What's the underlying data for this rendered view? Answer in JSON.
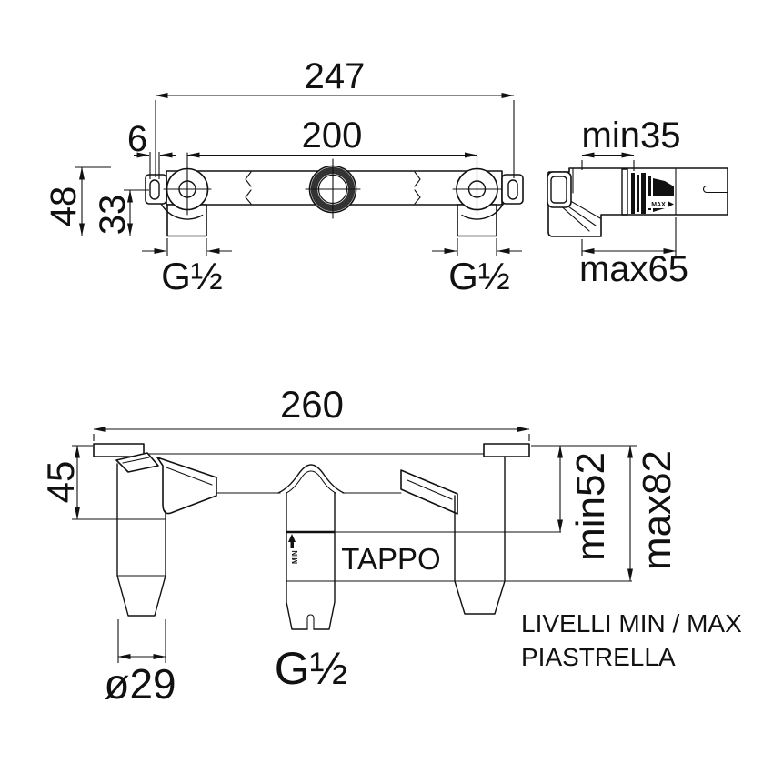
{
  "colors": {
    "background": "#ffffff",
    "line": "#111111",
    "ring": "#333333"
  },
  "top_view": {
    "dim_overall": "247",
    "dim_centers": "200",
    "dim_slot": "6",
    "dim_height": "48",
    "dim_center_height": "33",
    "port_left": "G½",
    "port_right": "G½"
  },
  "side_view": {
    "dim_min": "min35",
    "dim_max": "max65",
    "cartridge_marker": "MAX"
  },
  "front_view": {
    "dim_width": "260",
    "dim_flange": "45",
    "dim_tile_min": "min52",
    "dim_tile_max": "max82",
    "dim_leg": "ø29",
    "label_cap": "TAPPO",
    "port_center": "G½",
    "marker_min": "MIN",
    "note_line1": "LIVELLI MIN / MAX",
    "note_line2": "PIASTRELLA"
  }
}
